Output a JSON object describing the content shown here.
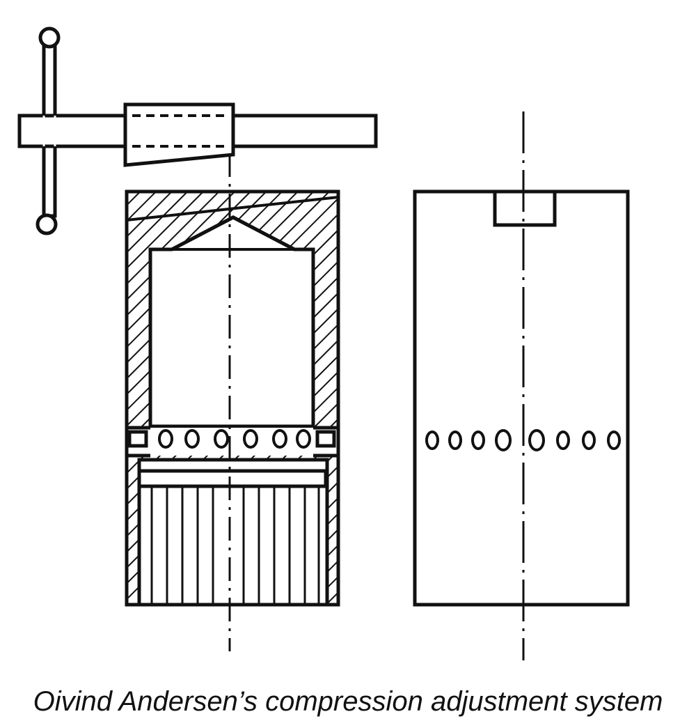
{
  "caption": "Oivind Andersen’s compression adjustment system",
  "colors": {
    "ink": "#111111",
    "background": "#ffffff"
  },
  "diagram": {
    "left_assembly": {
      "ports_visible": 6,
      "cross_section": true
    },
    "right_assembly": {
      "ports_visible": 8,
      "cross_section": false
    },
    "handle": {
      "type": "t-bar"
    }
  }
}
